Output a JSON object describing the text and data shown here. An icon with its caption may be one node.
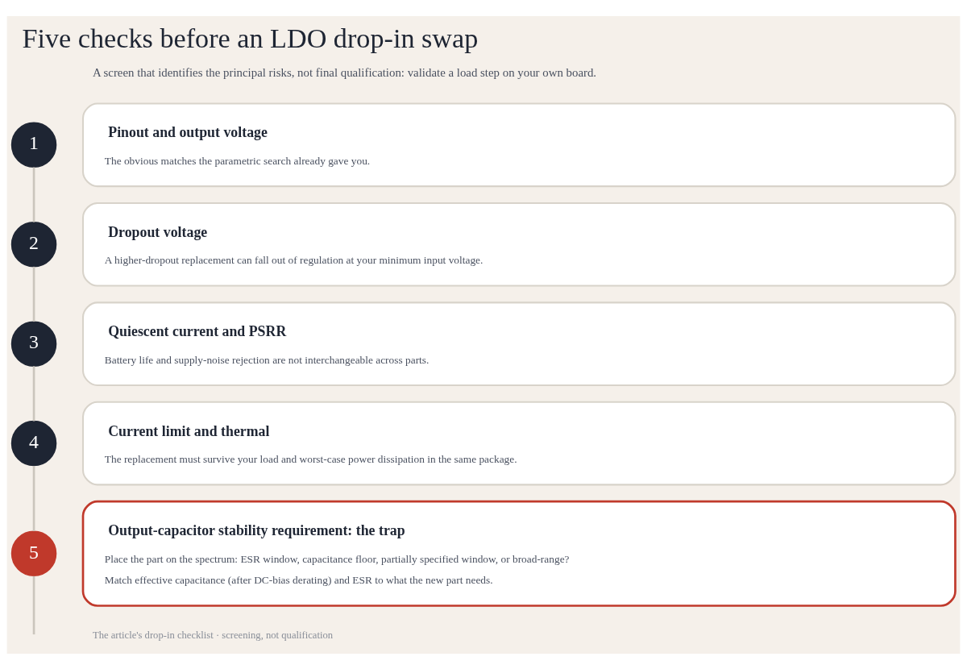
{
  "diagram": {
    "title": "Five checks before an LDO drop-in swap",
    "nodes": [
      {
        "text": [
          "1"
        ]
      },
      {
        "text": [
          "Pinout and output voltage",
          "The obvious matches the parametric search already gave you."
        ]
      },
      {
        "text": [
          "2"
        ]
      },
      {
        "text": [
          "Dropout voltage",
          "A higher-dropout replacement can fall out of regulation at your minimum input voltage."
        ]
      },
      {
        "text": [
          "3"
        ]
      },
      {
        "text": [
          "Quiescent current and PSRR",
          "Battery life and supply-noise rejection are not interchangeable across parts."
        ]
      },
      {
        "text": [
          "4"
        ]
      },
      {
        "text": [
          "Current limit and thermal",
          "The replacement must survive your load and worst-case power dissipation in the same package."
        ]
      },
      {
        "text": [
          "5"
        ]
      },
      {
        "text": [
          "Output-capacitor stability requirement: the trap",
          "Place the part on the spectrum: ESR window, capacitance floor, partially specified window, or broad-range?",
          "Match effective capacitance (after DC-bias derating) and ESR to what the new part needs."
        ]
      }
    ],
    "edges": [
      {
        "from": 0,
        "to": 2,
        "arrow": "none"
      },
      {
        "from": 2,
        "to": 4,
        "arrow": "none"
      },
      {
        "from": 4,
        "to": 6,
        "arrow": "none"
      },
      {
        "from": 6,
        "to": 8,
        "arrow": "none"
      },
      {
        "from": 8,
        "to": null,
        "arrow": "none"
      }
    ],
    "labels": [
      "A screen that identifies the principal risks, not final qualification: validate a load step on your own board.",
      "The article's drop-in checklist · screening, not qualification"
    ]
  }
}
